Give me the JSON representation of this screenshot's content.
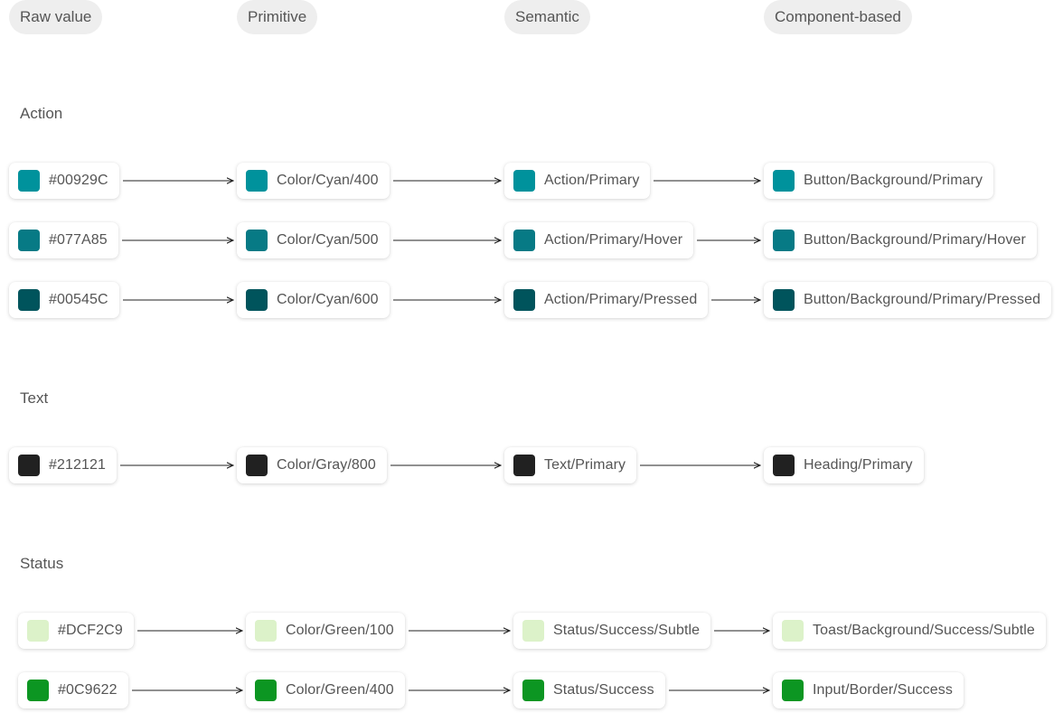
{
  "headers": {
    "raw": "Raw value",
    "primitive": "Primitive",
    "semantic": "Semantic",
    "component": "Component-based"
  },
  "sections": {
    "action": "Action",
    "text": "Text",
    "status": "Status"
  },
  "rows": [
    {
      "color": "#00929C",
      "raw": "#00929C",
      "primitive": "Color/Cyan/400",
      "semantic": "Action/Primary",
      "component": "Button/Background/Primary"
    },
    {
      "color": "#077A85",
      "raw": "#077A85",
      "primitive": "Color/Cyan/500",
      "semantic": "Action/Primary/Hover",
      "component": "Button/Background/Primary/Hover"
    },
    {
      "color": "#00545C",
      "raw": "#00545C",
      "primitive": "Color/Cyan/600",
      "semantic": "Action/Primary/Pressed",
      "component": "Button/Background/Primary/Pressed"
    },
    {
      "color": "#212121",
      "raw": "#212121",
      "primitive": "Color/Gray/800",
      "semantic": "Text/Primary",
      "component": "Heading/Primary"
    },
    {
      "color": "#DCF2C9",
      "raw": "#DCF2C9",
      "primitive": "Color/Green/100",
      "semantic": "Status/Success/Subtle",
      "component": "Toast/Background/Success/Subtle"
    },
    {
      "color": "#0C9622",
      "raw": "#0C9622",
      "primitive": "Color/Green/400",
      "semantic": "Status/Success",
      "component": "Input/Border/Success"
    }
  ]
}
